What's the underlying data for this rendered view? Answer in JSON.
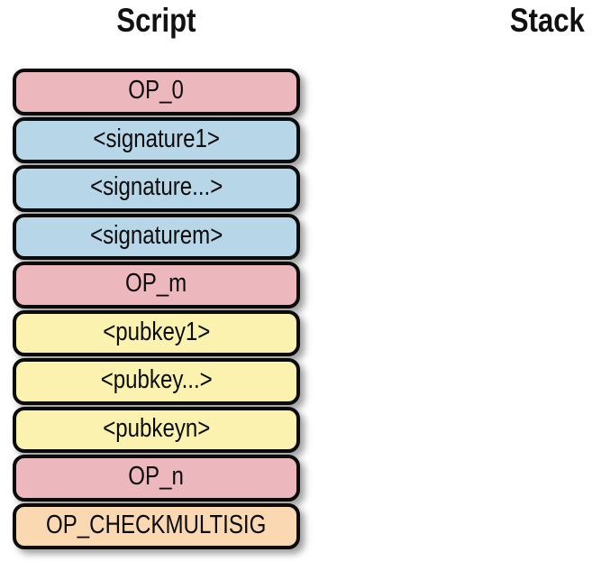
{
  "diagram": {
    "script_column": {
      "title": "Script",
      "items": [
        {
          "label": "OP_0",
          "type": "opcode"
        },
        {
          "label": "<signature1>",
          "type": "signature"
        },
        {
          "label": "<signature...>",
          "type": "signature"
        },
        {
          "label": "<signaturem>",
          "type": "signature"
        },
        {
          "label": "OP_m",
          "type": "opcode"
        },
        {
          "label": "<pubkey1>",
          "type": "pubkey"
        },
        {
          "label": "<pubkey...>",
          "type": "pubkey"
        },
        {
          "label": "<pubkeyn>",
          "type": "pubkey"
        },
        {
          "label": "OP_n",
          "type": "opcode"
        },
        {
          "label": "OP_CHECKMULTISIG",
          "type": "checkmultisig"
        }
      ]
    },
    "stack_column": {
      "title": "Stack",
      "items": []
    },
    "colors": {
      "opcode": "#ECB8BE",
      "signature": "#B7D6E8",
      "pubkey": "#FAF2AE",
      "checkmultisig": "#FAD9B2",
      "border": "#0B0B0B"
    }
  }
}
